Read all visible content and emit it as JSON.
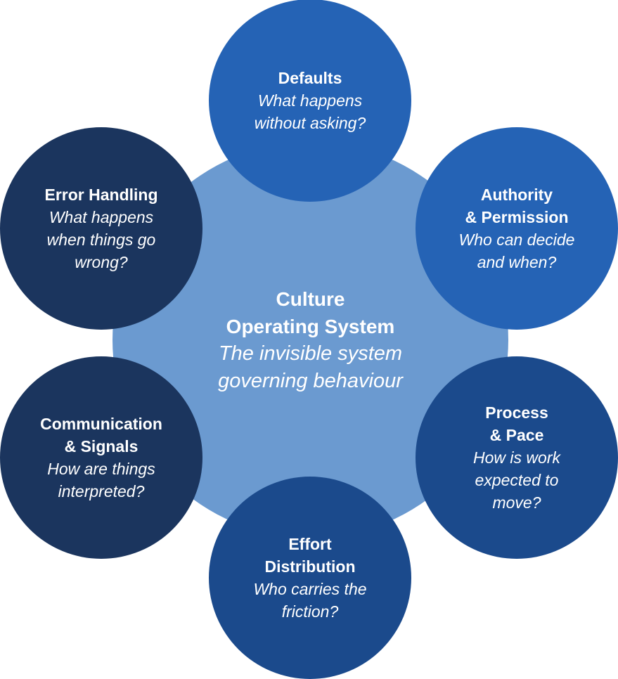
{
  "colors": {
    "center": "#6b9ad0",
    "light_blue": "#2563b5",
    "mid_blue": "#1b4a8c",
    "dark_blue": "#1b355e",
    "text": "#ffffff"
  },
  "center": {
    "title": [
      "Culture",
      "Operating System"
    ],
    "subtitle": [
      "The invisible system",
      "governing behaviour"
    ]
  },
  "nodes": [
    {
      "title": [
        "Defaults"
      ],
      "subtitle": [
        "What happens",
        "without asking?"
      ],
      "color": "#2563b5"
    },
    {
      "title": [
        "Authority",
        "& Permission"
      ],
      "subtitle": [
        "Who can decide",
        "and when?"
      ],
      "color": "#2563b5"
    },
    {
      "title": [
        "Process",
        "& Pace"
      ],
      "subtitle": [
        "How is work",
        "expected to",
        "move?"
      ],
      "color": "#1b4a8c"
    },
    {
      "title": [
        "Effort",
        "Distribution"
      ],
      "subtitle": [
        "Who carries the",
        "friction?"
      ],
      "color": "#1b4a8c"
    },
    {
      "title": [
        "Communication",
        "& Signals"
      ],
      "subtitle": [
        "How are things",
        "interpreted?"
      ],
      "color": "#1b355e"
    },
    {
      "title": [
        "Error Handling"
      ],
      "subtitle": [
        "What happens",
        "when things go",
        "wrong?"
      ],
      "color": "#1b355e"
    }
  ]
}
